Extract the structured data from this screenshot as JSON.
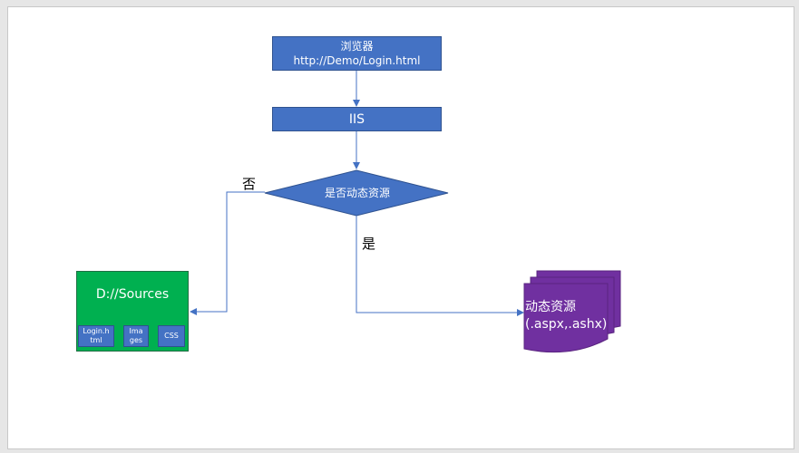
{
  "diagram": {
    "browser": {
      "line1": "浏览器",
      "line2": "http://Demo/Login.html"
    },
    "iis": {
      "label": "IIS"
    },
    "decision": {
      "label": "是否动态资源"
    },
    "branch_no": "否",
    "branch_yes": "是",
    "sources": {
      "title": "D://Sources",
      "items": [
        {
          "line1": "Login.h",
          "line2": "tml"
        },
        {
          "line1": "Ima",
          "line2": "ges"
        },
        {
          "line1": "CSS",
          "line2": ""
        }
      ]
    },
    "dynamic": {
      "line1": "动态资源",
      "line2": "(.aspx,.ashx)"
    }
  },
  "colors": {
    "box_blue": "#4472c4",
    "box_green": "#00b050",
    "doc_purple": "#7030a0",
    "connector": "#4472c4"
  }
}
